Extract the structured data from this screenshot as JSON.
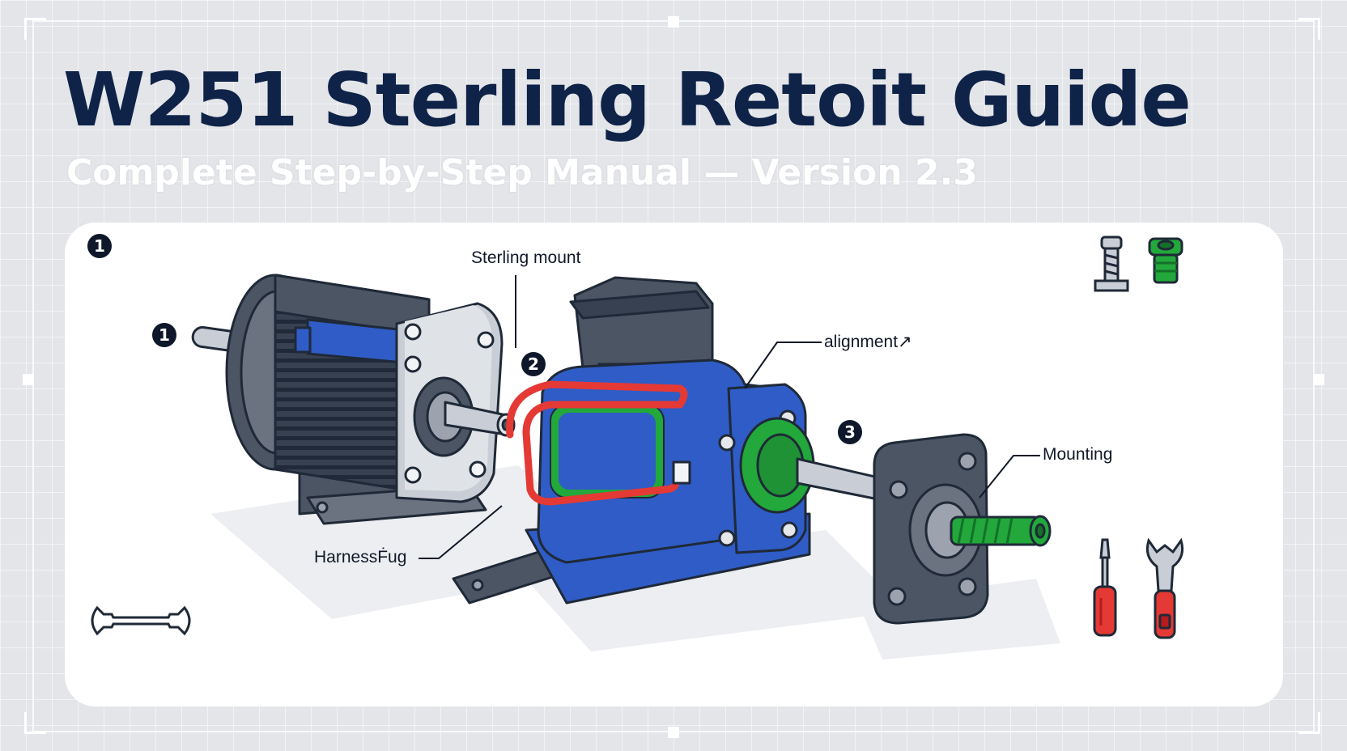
{
  "header": {
    "title": "W251 Sterling Retoit Guide",
    "subtitle": "Complete Step-by-Step Manual — Version 2.3"
  },
  "diagram": {
    "callouts": {
      "sterling_mount": "Sterling mount",
      "alignment": "alignment↗",
      "mounting": "Mounting",
      "harness": "HarnessḞug"
    },
    "step_badges": {
      "corner": "1",
      "motor": "1",
      "wiring": "2",
      "plate": "3"
    }
  },
  "colors": {
    "background": "#e3e5e9",
    "title": "#0f2348",
    "panel": "#ffffff",
    "blue_housing": "#2f5cc6",
    "dark_gray": "#4b5563",
    "light_gray": "#c9ced6",
    "green": "#22a83b",
    "red": "#e53935"
  },
  "icons": [
    "bolt-icon",
    "nut-icon",
    "screwdriver-icon",
    "wrench-icon",
    "wrench-small-icon"
  ]
}
